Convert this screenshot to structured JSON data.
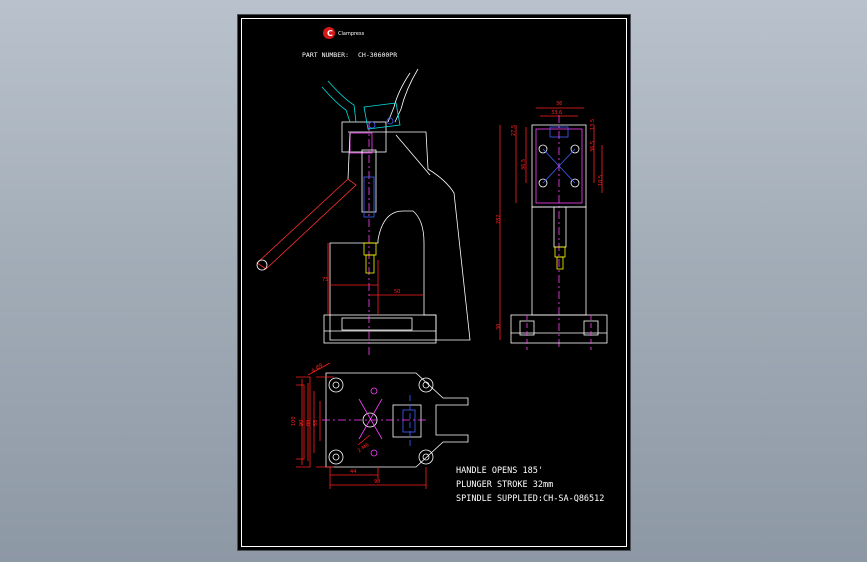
{
  "drawing": {
    "brand_name": "Clampress",
    "part_number_label": "PART NUMBER:",
    "part_number": "CH-30600PR"
  },
  "notes": {
    "handle_opens": "HANDLE OPENS 185'",
    "plunger_stroke": "PLUNGER STROKE  32mm",
    "spindle_supplied": "SPINDLE SUPPLIED:CH-SA-Q86512"
  },
  "dimensions": {
    "side_height": "75",
    "side_throat": "50",
    "front_top_width": "36",
    "front_inner_width": "33.6",
    "front_height": "282",
    "front_base": "30",
    "front_left_a": "27.5",
    "front_left_b": "36.5",
    "front_right_a": "13.5",
    "front_right_b": "36.5",
    "front_right_c": "10.5",
    "plan_hole": "4-Ø9",
    "plan_h1": "100",
    "plan_h2": "90",
    "plan_h3": "80",
    "plan_h4": "55",
    "plan_w1": "44",
    "plan_w2": "98",
    "plan_slot": "2-M6"
  },
  "colors": {
    "outline": "#ffffff",
    "dimension": "#ff2020",
    "centerline": "#ff40ff",
    "hidden": "#4060ff",
    "handle": "#00e0e0",
    "plunger": "#ffff00",
    "frame": "#ffffff",
    "background": "#000000"
  }
}
